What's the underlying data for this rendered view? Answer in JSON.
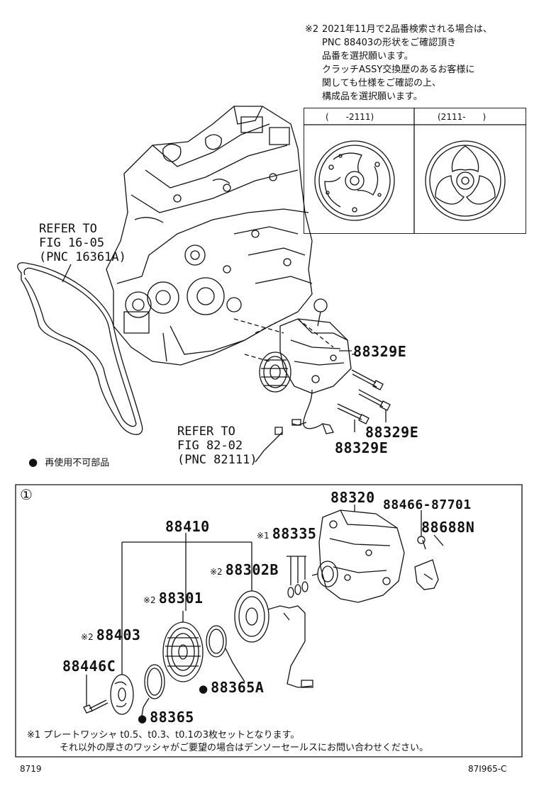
{
  "top_note": {
    "mark": "※2",
    "lines": [
      "2021年11月で2品番検索される場合は、",
      "PNC 88403の形状をご確認頂き",
      "品番を選択願います。",
      "クラッチASSY交換歴のあるお客様に",
      "関しても仕様をご確認の上、",
      "構成品を選択願います。"
    ]
  },
  "variant_table": {
    "left_header": "(　　-2111)",
    "right_header": "(2111-　　)"
  },
  "refs": {
    "belt": [
      "REFER TO",
      "FIG 16-05",
      "(PNC 16361A)"
    ],
    "sensor": [
      "REFER TO",
      "FIG 82-02",
      "(PNC 82111)"
    ]
  },
  "legend": {
    "bullet": "●",
    "text": "再使用不可部品"
  },
  "callout_circle": "①",
  "upper_labels": {
    "bolt_a": "88329E",
    "bolt_b": "88329E",
    "bolt_c": "88329E"
  },
  "detail": {
    "circle": "①",
    "labels": {
      "p88320": "88320",
      "p88466": "88466-87701",
      "p88688": "88688N",
      "p88410": "88410",
      "p88335_mark": "※1",
      "p88335": "88335",
      "p88302_mark": "※2",
      "p88302": "88302B",
      "p88301_mark": "※2",
      "p88301": "88301",
      "p88403_mark": "※2",
      "p88403": "88403",
      "p88446": "88446C",
      "p88365a_mark": "●",
      "p88365a": "88365A",
      "p88365_mark": "●",
      "p88365": "88365"
    },
    "footnote": [
      "※1 プレートワッシャ t0.5、t0.3、t0.1の3枚セットとなります。",
      "それ以外の厚さのワッシャがご要望の場合はデンソーセールスにお問い合わせください。"
    ]
  },
  "footer": {
    "left": "8719",
    "right": "87I965-C"
  }
}
